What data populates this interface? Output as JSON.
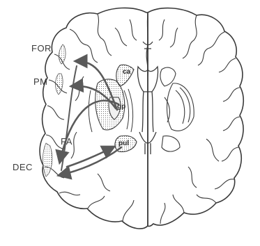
{
  "labels": {
    "for": "FOR",
    "pm": "PM",
    "fa": "FA",
    "dec": "DEC",
    "ca": "ca",
    "gp": "gp",
    "pul": "pul"
  },
  "colors": {
    "outline": "#3a3a3a",
    "arrow": "#5a5a5a",
    "cortex_shading": "#8a8a8a"
  }
}
